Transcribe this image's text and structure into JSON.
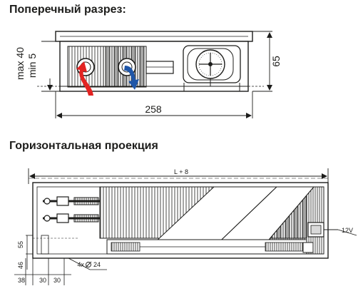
{
  "cross_section": {
    "title": "Поперечный разрез:",
    "dim_width": "258",
    "dim_height": "65",
    "dim_max": "max 40",
    "dim_min": "min 5"
  },
  "plan_view": {
    "title": "Горизонтальная проекция",
    "dim_length": "L + 8",
    "voltage_label": "12V",
    "holes_label": "4x",
    "holes_dia": "24",
    "dim_55": "55",
    "dim_46": "46",
    "dim_38": "38",
    "dim_30a": "30",
    "dim_30b": "30"
  },
  "colors": {
    "line": "#1d1d1b",
    "supply_arrow": "#e32322",
    "return_arrow": "#1f56a8",
    "fin_fill": "#d9d9d9",
    "housing_fill": "#eeeeee"
  },
  "icons": {
    "supply": "red-arrow-icon",
    "return": "blue-arrow-icon",
    "thermostat": "thermostat-dial-icon",
    "diameter": "diameter-symbol-icon"
  }
}
